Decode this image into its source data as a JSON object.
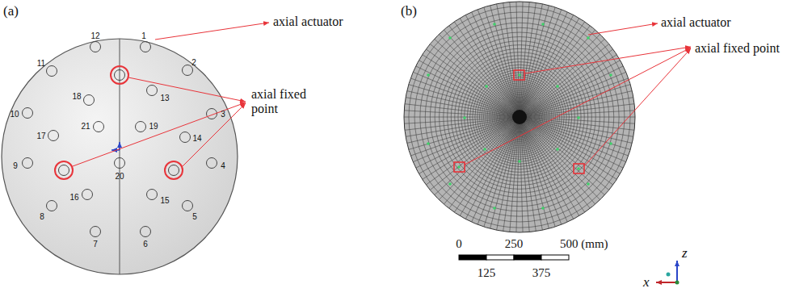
{
  "diagram": {
    "labels": [
      "(a)",
      "axial actuator",
      "1",
      "2",
      "3",
      "4",
      "5",
      "6",
      "7",
      "8",
      "9",
      "10",
      "11",
      "12",
      "13",
      "14",
      "15",
      "16",
      "17",
      "18",
      "19",
      "20",
      "21",
      "axial fixed point",
      "(b)",
      "axial actuator",
      "axial fixed point",
      "0",
      "250",
      "500 (mm)",
      "125",
      "375",
      "z",
      "x"
    ]
  }
}
